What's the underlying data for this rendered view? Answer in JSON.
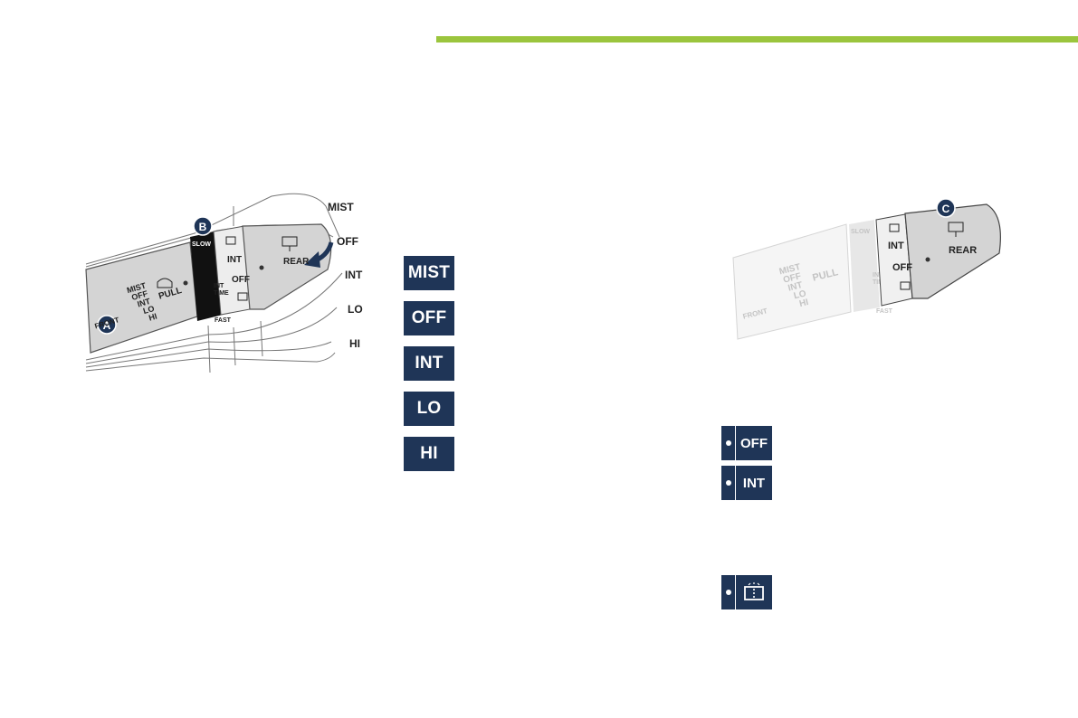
{
  "front_diagram": {
    "callout_a": "A",
    "callout_b": "B",
    "position_labels": [
      "MIST",
      "OFF",
      "INT",
      "LO",
      "HI"
    ],
    "front_label": "FRONT",
    "stalk_modes": [
      "MIST",
      "OFF",
      "INT",
      "LO",
      "HI"
    ],
    "pull_label": "PULL",
    "ring_slow": "SLOW",
    "ring_fast": "FAST",
    "ring_int_time": [
      "INT",
      "TIME"
    ],
    "tip_int": "INT",
    "tip_off": "OFF",
    "tip_rear": "REAR"
  },
  "front_badges": [
    "MIST",
    "OFF",
    "INT",
    "LO",
    "HI"
  ],
  "rear_diagram": {
    "callout_c": "C",
    "front_label": "FRONT",
    "stalk_modes": [
      "MIST",
      "OFF",
      "INT",
      "LO",
      "HI"
    ],
    "pull_label": "PULL",
    "ring_slow": "SLOW",
    "ring_fast": "FAST",
    "ring_int_time": [
      "INT",
      "TIME"
    ],
    "tip_int": "INT",
    "tip_off": "OFF",
    "tip_rear": "REAR"
  },
  "rear_badges": [
    "OFF",
    "INT"
  ],
  "rear_washer_badge_icon": "rear-washer-icon",
  "colors": {
    "accent_green": "#9bc53d",
    "badge_navy": "#1f3557"
  }
}
